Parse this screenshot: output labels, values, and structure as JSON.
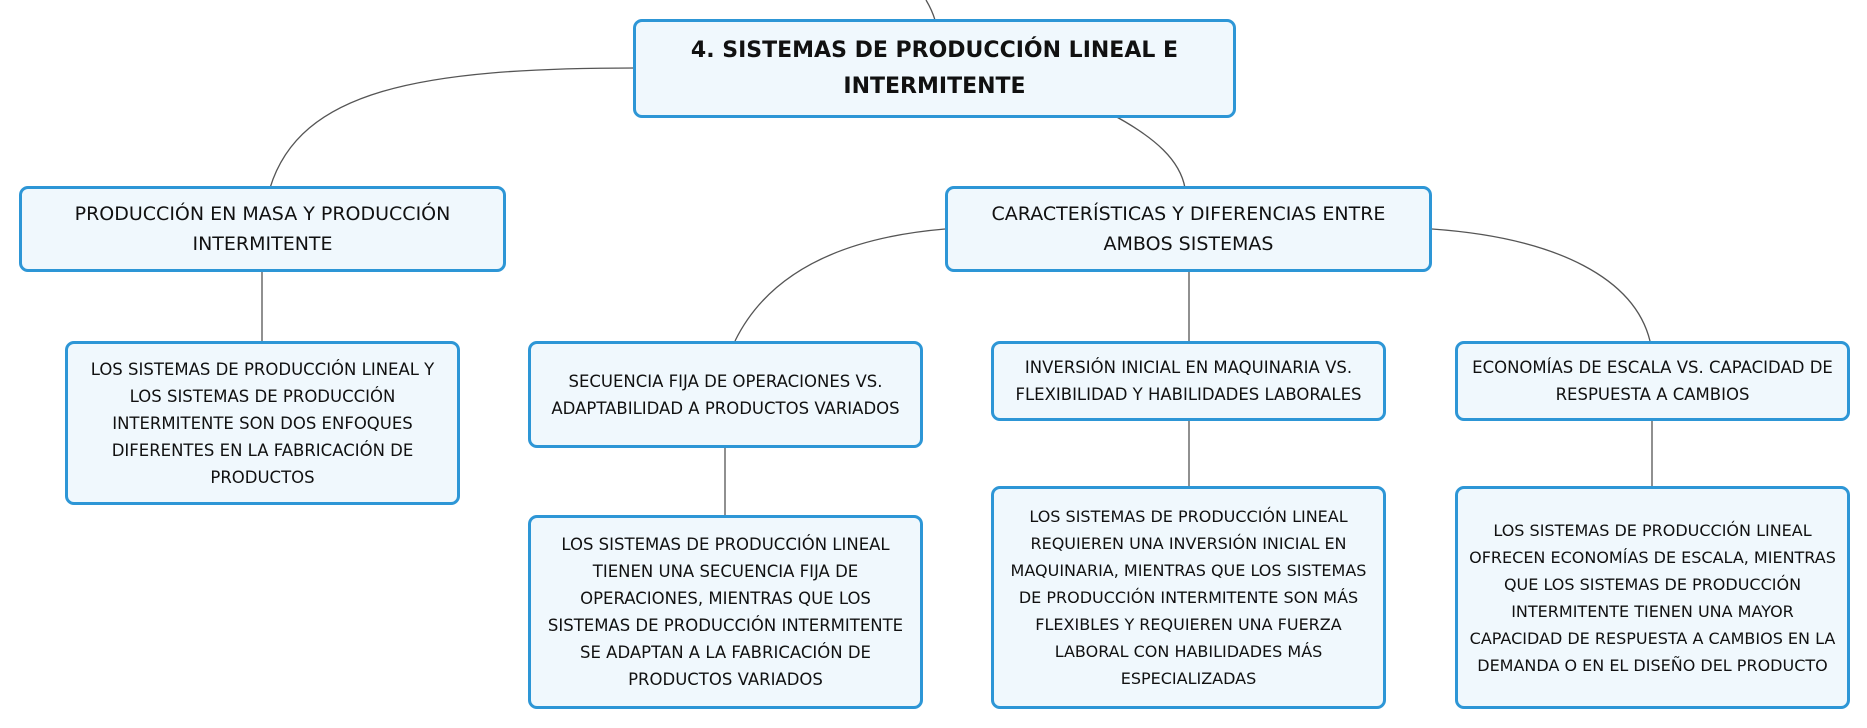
{
  "colors": {
    "node_border": "#2d96d6",
    "node_fill": "#f0f8fd",
    "connector": "#555555",
    "text": "#111111"
  },
  "nodes": {
    "root": "4. SISTEMAS DE PRODUCCIÓN LINEAL E INTERMITENTE",
    "masa": "PRODUCCIÓN EN MASA Y PRODUCCIÓN INTERMITENTE",
    "masa_detail": "LOS SISTEMAS DE PRODUCCIÓN LINEAL Y LOS SISTEMAS DE PRODUCCIÓN INTERMITENTE SON DOS ENFOQUES DIFERENTES EN LA FABRICACIÓN DE PRODUCTOS",
    "caracteristicas": "CARACTERÍSTICAS Y DIFERENCIAS ENTRE AMBOS SISTEMAS",
    "secuencia": "SECUENCIA FIJA DE OPERACIONES VS. ADAPTABILIDAD A PRODUCTOS VARIADOS",
    "secuencia_detail": "LOS SISTEMAS DE PRODUCCIÓN LINEAL TIENEN UNA SECUENCIA FIJA DE OPERACIONES, MIENTRAS QUE LOS SISTEMAS DE PRODUCCIÓN INTERMITENTE SE ADAPTAN A LA FABRICACIÓN DE PRODUCTOS VARIADOS",
    "inversion": "INVERSIÓN INICIAL EN MAQUINARIA VS. FLEXIBILIDAD Y HABILIDADES LABORALES",
    "inversion_detail": "LOS SISTEMAS DE PRODUCCIÓN LINEAL REQUIEREN UNA INVERSIÓN INICIAL EN MAQUINARIA, MIENTRAS QUE LOS SISTEMAS DE PRODUCCIÓN INTERMITENTE SON MÁS FLEXIBLES Y REQUIEREN UNA FUERZA LABORAL CON HABILIDADES MÁS ESPECIALIZADAS",
    "economias": "ECONOMÍAS DE ESCALA VS. CAPACIDAD DE RESPUESTA A CAMBIOS",
    "economias_detail": "LOS SISTEMAS DE PRODUCCIÓN LINEAL OFRECEN ECONOMÍAS DE ESCALA, MIENTRAS QUE LOS SISTEMAS DE PRODUCCIÓN INTERMITENTE TIENEN UNA MAYOR CAPACIDAD DE RESPUESTA A CAMBIOS EN LA DEMANDA O EN EL DISEÑO DEL PRODUCTO"
  }
}
